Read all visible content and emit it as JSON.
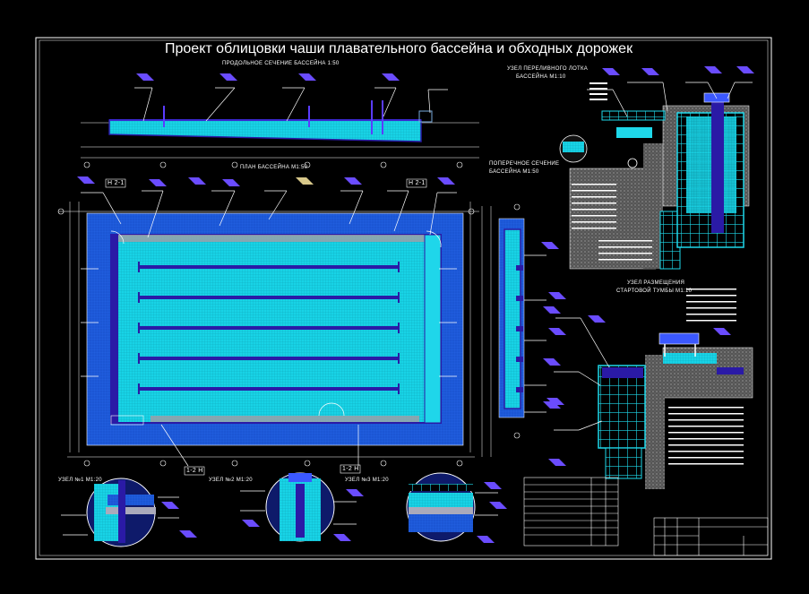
{
  "title": "Проект облицовки чаши плавательного бассейна и обходных дорожек",
  "labels": {
    "long_section": "ПРОДОЛЬНОЕ СЕЧЕНИЕ БАССЕЙНА 1:50",
    "plan": "ПЛАН БАССЕЙНА М1:50",
    "node_gutter": "УЗЕЛ ПЕРЕЛИВНОГО ЛОТКА",
    "node_gutter_scale": "БАССЕЙНА М1:10",
    "cross_section": "ПОПЕРЕЧНОЕ СЕЧЕНИЕ",
    "cross_section_scale": "БАССЕЙНА М1:50",
    "node_block": "УЗЕЛ РАЗМЕЩЕНИЯ",
    "node_block_scale": "СТАРТОВОЙ ТУМБЫ М1:10",
    "node1": "УЗЕЛ №1 М1:20",
    "node2": "УЗЕЛ №2 М1:20",
    "node3": "УЗЕЛ №3 М1:20",
    "tag_left": "Н 2-1",
    "tag_right": "Н 2-1",
    "tag_bottom_left": "1-2 Н",
    "tag_bottom_right": "1-2 Н"
  },
  "colors": {
    "pool_fill": "#1f57d6",
    "water": "#19d5e6",
    "lane": "#2a1aa6",
    "frame": "#ffffff",
    "accent": "#b9b2ff"
  }
}
